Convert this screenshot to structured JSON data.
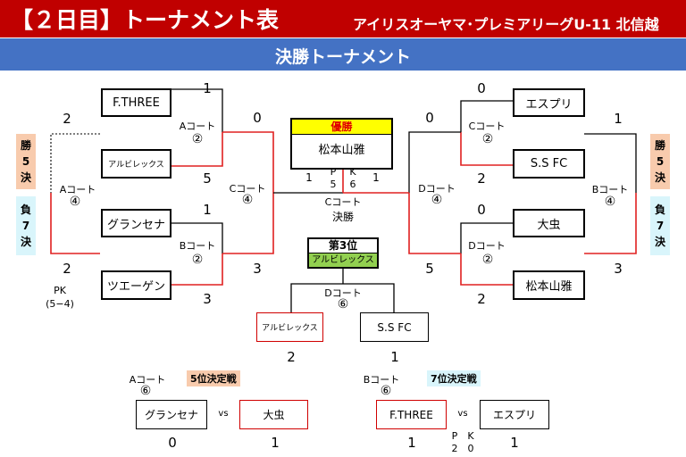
{
  "header": {
    "title": "【２日目】トーナメント表",
    "league": "アイリスオーヤマ･プレミアリーグU-11 北信越",
    "bg_color": "#c00000"
  },
  "subheader": {
    "title": "決勝トーナメント",
    "bg_color": "#4472c4"
  },
  "left": {
    "outcome_win": "勝\n5\n決",
    "outcome_lose": "負\n7\n決",
    "teams": [
      "F.THREE",
      "アルビレックス",
      "グランセナ",
      "ツエーゲン"
    ],
    "qf_top": {
      "court": "Aコート",
      "num": "②",
      "score_a": "1",
      "score_b": "5"
    },
    "qf_bottom": {
      "court": "Bコート",
      "num": "②",
      "score_a": "1",
      "score_b": "3"
    },
    "semi": {
      "court": "Cコート",
      "num": "④",
      "score_a": "0",
      "score_b": "3"
    },
    "consolation": {
      "court": "Aコート",
      "num": "④",
      "score_a": "2",
      "score_b": "2",
      "pk_label": "PK",
      "pk_score": "(5−4)"
    }
  },
  "right": {
    "outcome_win": "勝\n5\n決",
    "outcome_lose": "負\n7\n決",
    "teams": [
      "エスプリ",
      "S.S FC",
      "大虫",
      "松本山雅"
    ],
    "qf_top": {
      "court": "Cコート",
      "num": "②",
      "score_a": "0",
      "score_b": "2"
    },
    "qf_bottom": {
      "court": "Dコート",
      "num": "②",
      "score_a": "0",
      "score_b": "2"
    },
    "semi": {
      "court": "Dコート",
      "num": "④",
      "score_a": "0",
      "score_b": "5"
    },
    "consolation": {
      "court": "Bコート",
      "num": "④",
      "score_a": "1",
      "score_b": "3"
    }
  },
  "final": {
    "winner_label": "優勝",
    "winner": "松本山雅",
    "score_left": "1",
    "score_right": "1",
    "pk_p": "P",
    "pk_k": "K",
    "pk_left": "5",
    "pk_right": "6",
    "court": "Cコート",
    "label": "決勝",
    "winner_label_bg": "#ffff00"
  },
  "third": {
    "label": "第3位",
    "winner": "アルビレックス",
    "court": "Dコート",
    "num": "⑥",
    "team_a": "アルビレックス",
    "team_b": "S.S FC",
    "score_a": "2",
    "score_b": "1",
    "winner_bg": "#92d050"
  },
  "fifth": {
    "court": "Aコート",
    "num": "⑥",
    "title": "5位決定戦",
    "team_a": "グランセナ",
    "vs": "vs",
    "team_b": "大虫",
    "score_a": "0",
    "score_b": "1",
    "title_bg": "#f8cbad"
  },
  "seventh": {
    "court": "Bコート",
    "num": "⑥",
    "title": "7位決定戦",
    "team_a": "F.THREE",
    "vs": "vs",
    "team_b": "エスプリ",
    "score_a": "1",
    "score_b": "1",
    "pk_p": "P",
    "pk_k": "K",
    "pk_a": "2",
    "pk_b": "0",
    "title_bg": "#d9f5fb"
  },
  "colors": {
    "winner_path": "#e02020",
    "loser_path": "#000000"
  }
}
